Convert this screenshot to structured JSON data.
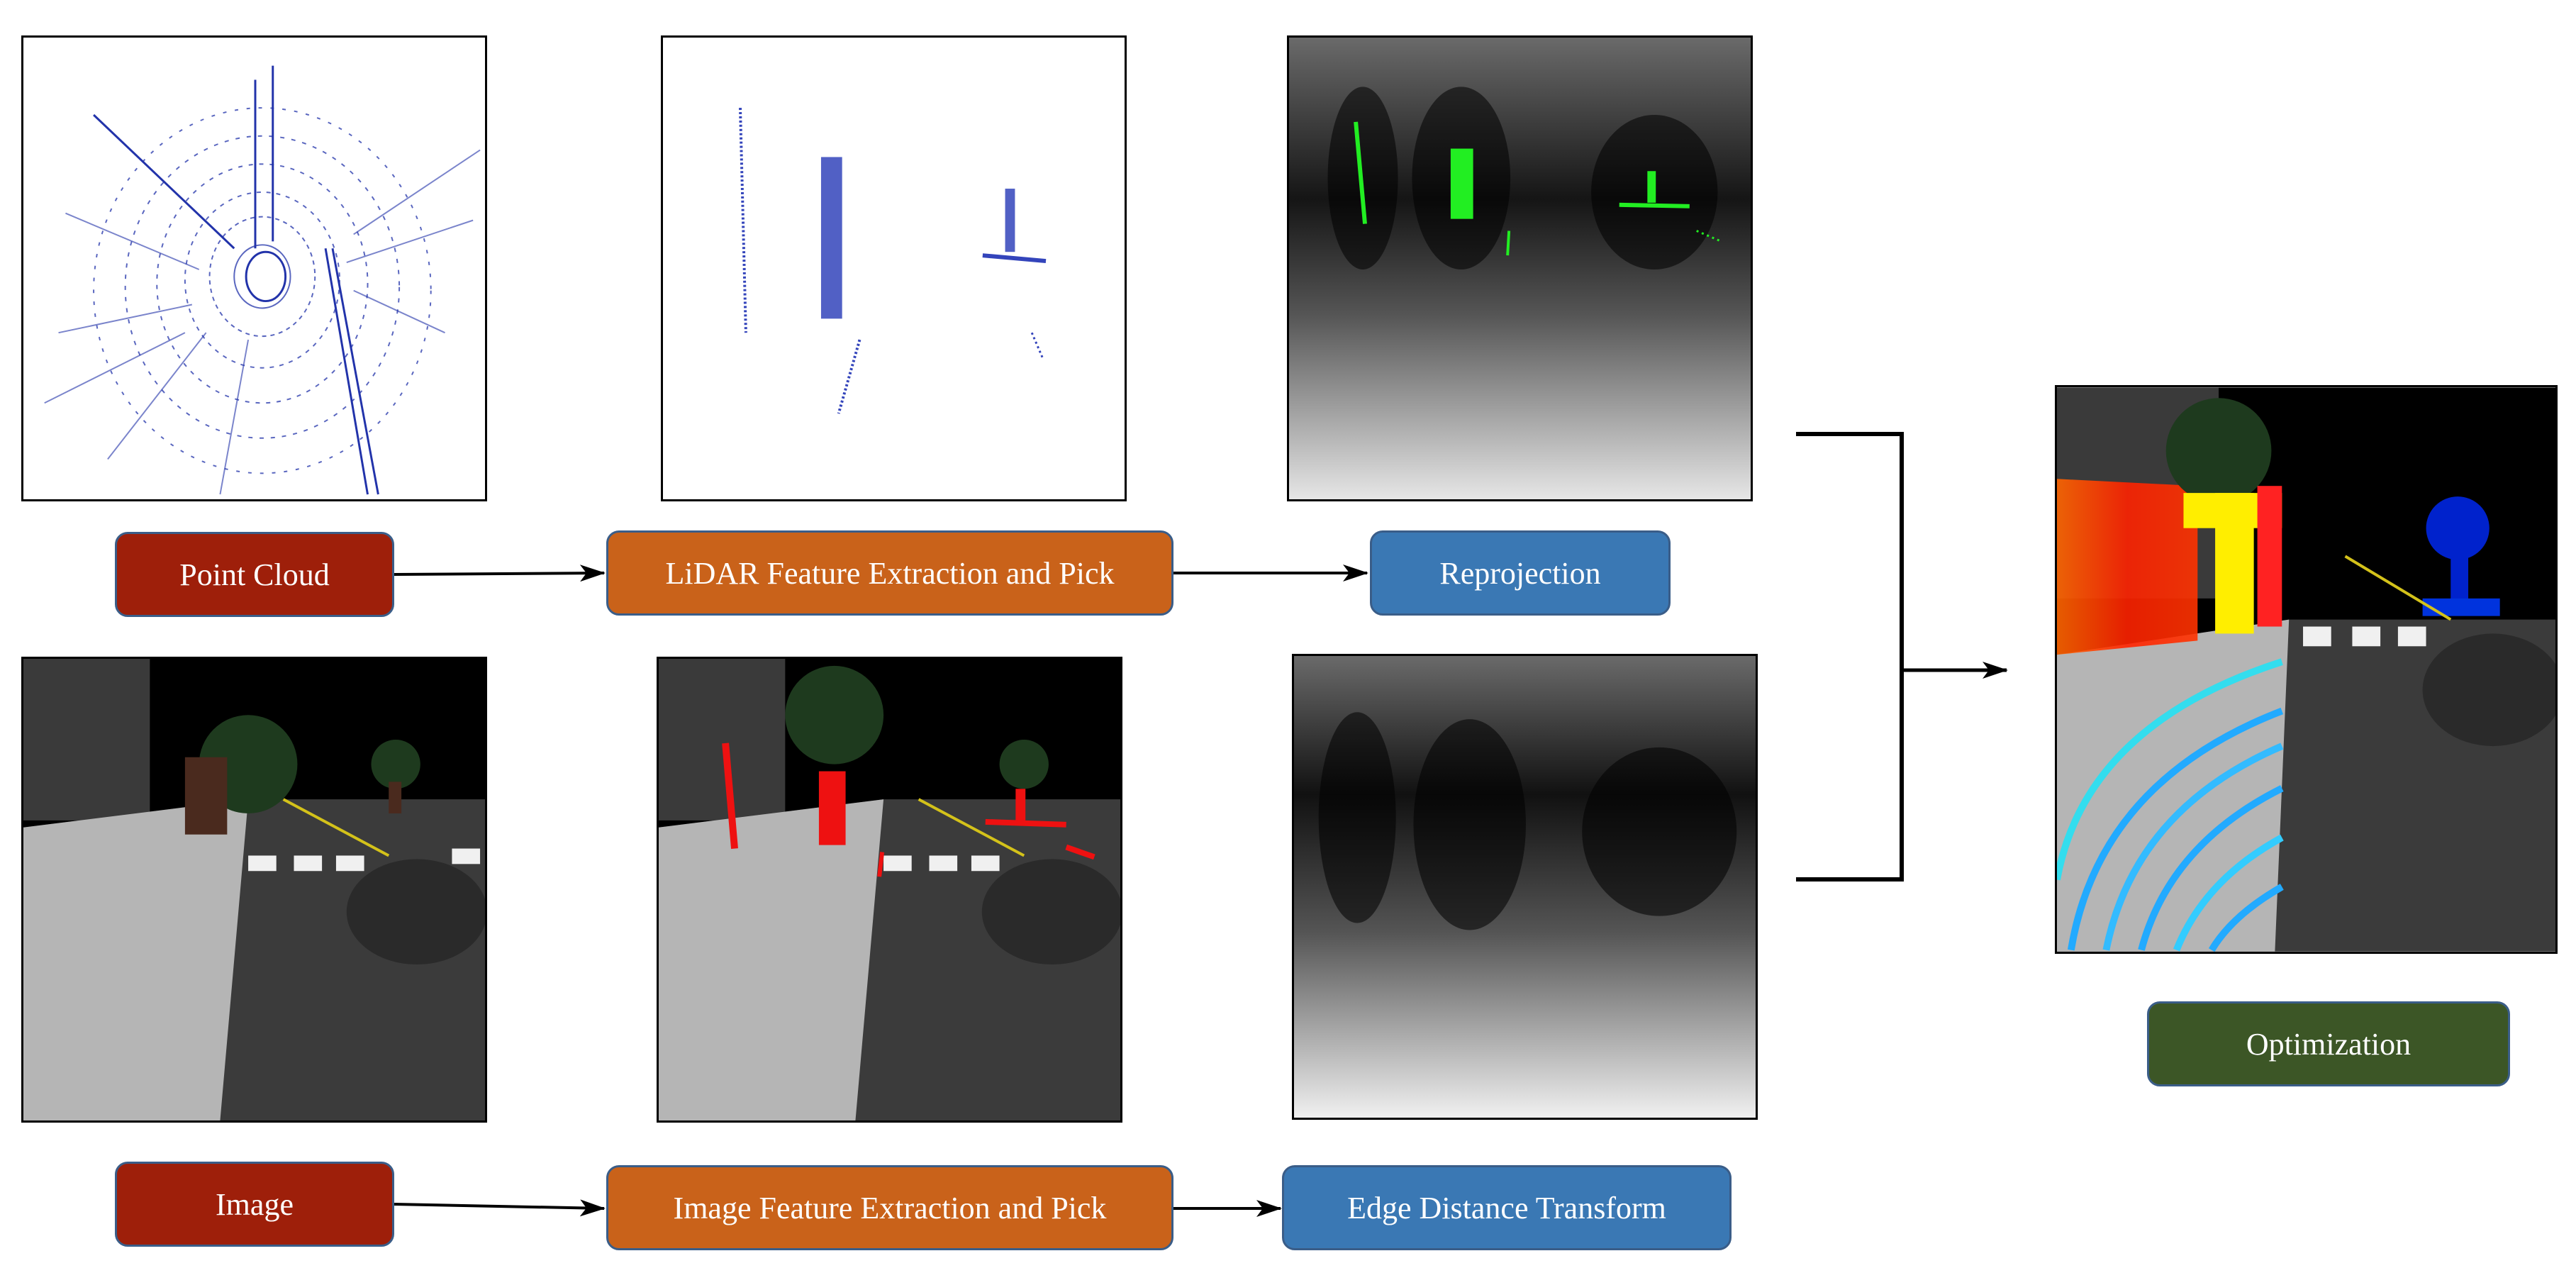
{
  "nodes": {
    "point_cloud": "Point Cloud",
    "lidar_feature": "LiDAR Feature Extraction and Pick",
    "reprojection": "Reprojection",
    "image": "Image",
    "image_feature": "Image Feature Extraction and Pick",
    "edge_distance": "Edge Distance Transform",
    "optimization": "Optimization"
  },
  "colors": {
    "source_node": "#9e1f0a",
    "extraction_node": "#c9621a",
    "transform_node": "#3a78b4",
    "optimization_node": "#3c5626",
    "lidar_points": "#2233aa",
    "reprojected_features": "#22ee22",
    "image_features": "#ee1111"
  }
}
